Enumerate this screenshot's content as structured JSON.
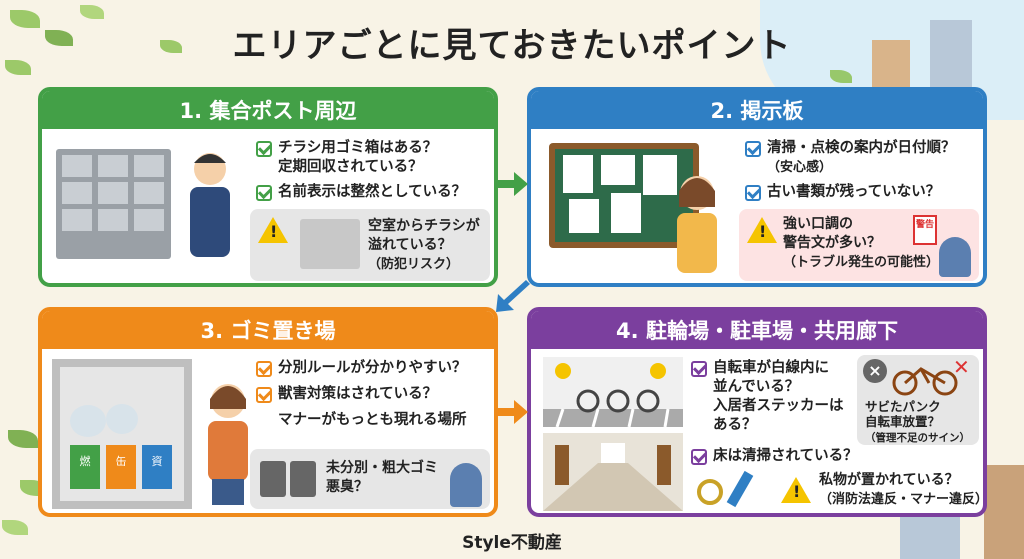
{
  "title": "エリアごとに見ておきたいポイント",
  "footer": "Style不動産",
  "colors": {
    "green": "#43a047",
    "blue": "#2f7fc4",
    "orange": "#ef8a1a",
    "purple": "#7b3f9e",
    "warning": "#f5c400"
  },
  "sections": [
    {
      "heading": "1. 集合ポスト周辺",
      "checks": [
        "チラシ用ゴミ箱はある？",
        "定期回収されている？",
        "名前表示は整然としている？"
      ],
      "warning": [
        "空室からチラシが",
        "溢れている？",
        "（防犯リスク）"
      ]
    },
    {
      "heading": "2. 掲示板",
      "checks": [
        "清掃・点検の案内が日付順？",
        "（安心感）",
        "古い書類が残っていない？"
      ],
      "warning": [
        "強い口調の",
        "警告文が多い？",
        "（トラブル発生の可能性）"
      ],
      "sign_text": "警告"
    },
    {
      "heading": "3. ゴミ置き場",
      "checks": [
        "分別ルールが分かりやすい？",
        "獣害対策はされている？",
        "マナーがもっとも現れる場所"
      ],
      "warning": [
        "未分別・粗大ゴミ",
        "悪臭？"
      ],
      "bin_labels": [
        "燃",
        "缶",
        "資"
      ]
    },
    {
      "heading": "4. 駐輪場・駐車場・共用廊下",
      "checks": [
        "自転車が白線内に",
        "並んでいる？",
        "入居者ステッカーは",
        "ある？",
        "床は清掃されている？"
      ],
      "bike_note": [
        "サビたパンク",
        "自転車放置？",
        "（管理不足のサイン）"
      ],
      "warning": [
        "私物が置かれている？",
        "（消防法違反・マナー違反）"
      ]
    }
  ]
}
